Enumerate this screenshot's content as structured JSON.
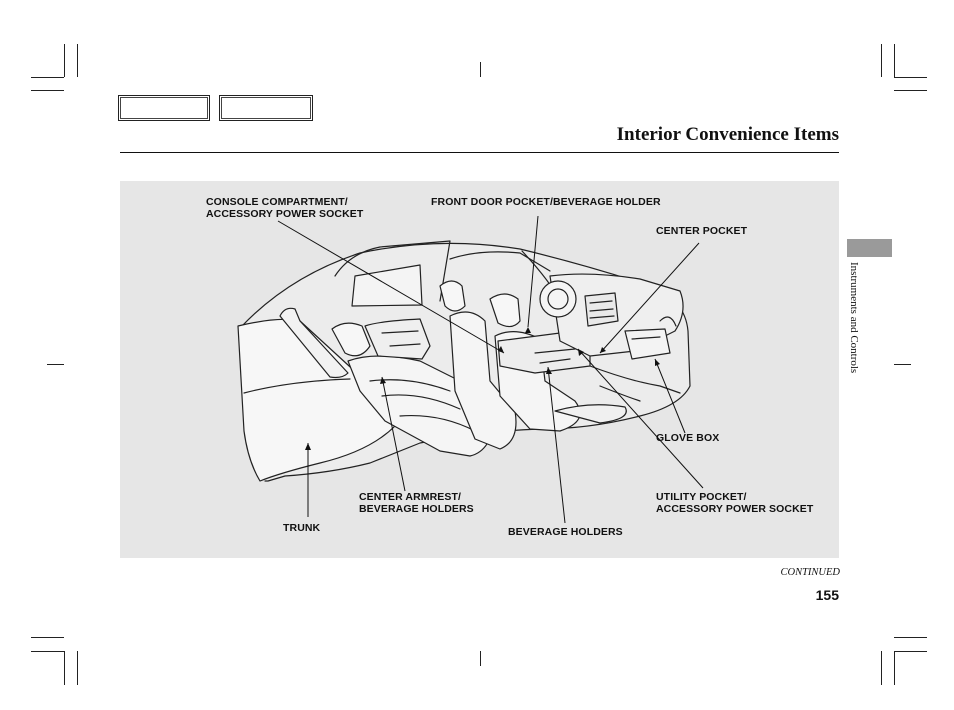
{
  "page": {
    "title": "Interior Convenience Items",
    "side_tab": "Instruments and Controls",
    "continued": "CONTINUED",
    "page_number": "155"
  },
  "callouts": {
    "console": "CONSOLE COMPARTMENT/\nACCESSORY POWER SOCKET",
    "front_door": "FRONT DOOR POCKET/BEVERAGE HOLDER",
    "center_pocket": "CENTER POCKET",
    "glove_box": "GLOVE BOX",
    "utility": "UTILITY POCKET/\nACCESSORY POWER SOCKET",
    "beverage": "BEVERAGE HOLDERS",
    "armrest": "CENTER ARMREST/\nBEVERAGE HOLDERS",
    "trunk": "TRUNK"
  }
}
